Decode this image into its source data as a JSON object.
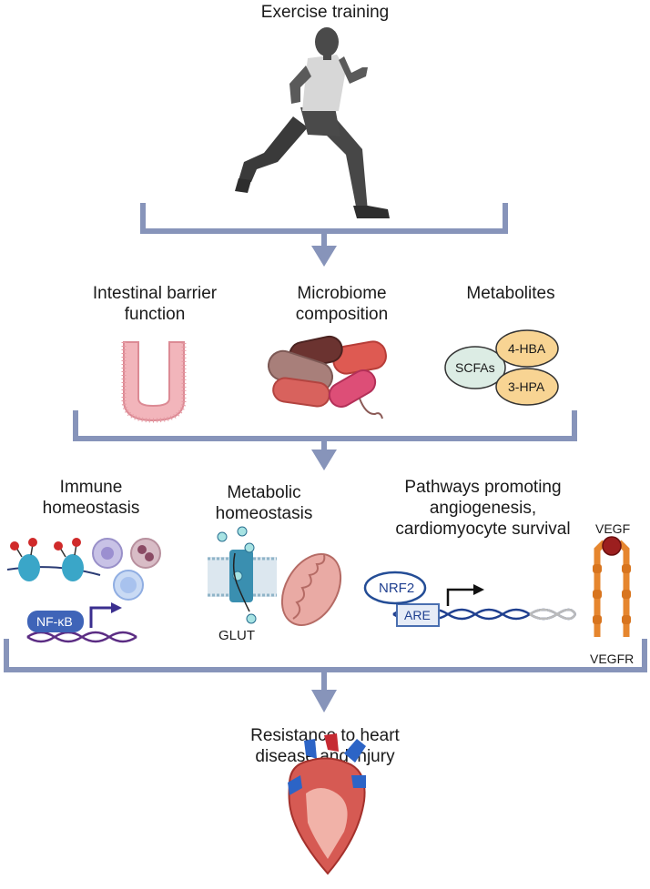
{
  "top": {
    "title": "Exercise training"
  },
  "row1": {
    "intestinal": "Intestinal barrier function",
    "microbiome": "Microbiome composition",
    "metabolites": "Metabolites",
    "metabolite_items": [
      "SCFAs",
      "4-HBA",
      "3-HPA"
    ]
  },
  "row2": {
    "immune": "Immune homeostasis",
    "metabolic": "Metabolic homeostasis",
    "pathways": "Pathways promoting angiogenesis, cardiomyocyte survival",
    "nfkb": "NF-κB",
    "glut": "GLUT",
    "nrf2": "NRF2",
    "are": "ARE",
    "vegf": "VEGF",
    "vegfr": "VEGFR"
  },
  "bottom": {
    "title": "Resistance to heart disease and injury"
  },
  "colors": {
    "bracket": "#8794ba",
    "dna_blue": "#1f3f8f",
    "dna_purple": "#5b2c83",
    "nfkb": "#3f64b8"
  }
}
